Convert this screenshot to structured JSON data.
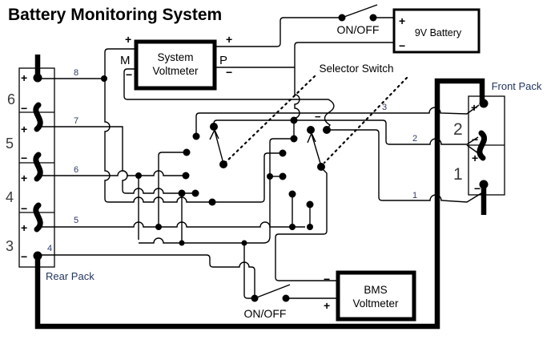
{
  "title": "Battery Monitoring System",
  "system_voltmeter": {
    "line1": "System",
    "line2": "Voltmeter",
    "m": "M",
    "p": "P"
  },
  "battery_9v": {
    "label": "9V Battery"
  },
  "switch_top": {
    "label": "ON/OFF"
  },
  "switch_bottom": {
    "label": "ON/OFF"
  },
  "selector": {
    "label": "Selector Switch"
  },
  "front_pack": {
    "label": "Front Pack",
    "cell_top": "2",
    "cell_bottom": "1"
  },
  "rear_pack": {
    "label": "Rear Pack",
    "cells": [
      "6",
      "5",
      "4",
      "3"
    ]
  },
  "bms_voltmeter": {
    "line1": "BMS",
    "line2": "Voltmeter"
  },
  "wires": {
    "w1": "1",
    "w2": "2",
    "w3": "3",
    "w4": "4",
    "w5": "5",
    "w6": "6",
    "w7": "7",
    "w8": "8"
  },
  "sym": {
    "plus": "+",
    "minus": "−"
  },
  "colors": {
    "ink": "#000000",
    "label_blue": "#2b3a66",
    "cell_gray": "#3a3a3a"
  }
}
